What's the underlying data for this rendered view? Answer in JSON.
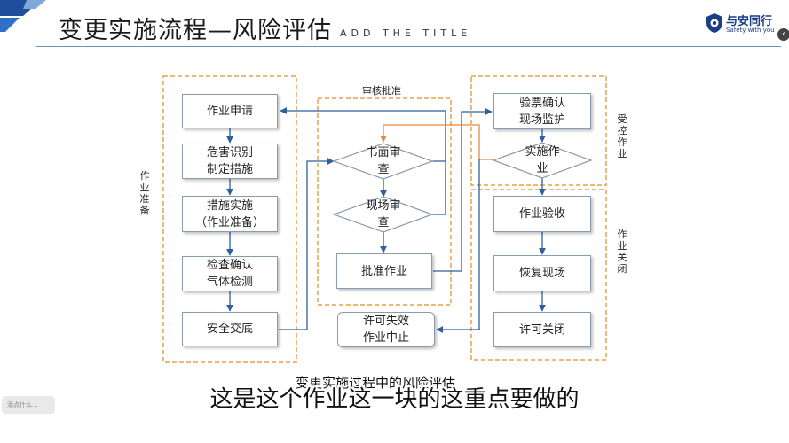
{
  "header": {
    "title": "变更实施流程—风险评估",
    "subtitle": "ADD THE TITLE",
    "logo_text": "与安同行",
    "logo_sub": "Safety with you",
    "close_glyph": "‹"
  },
  "diagram": {
    "groups": {
      "prepare": "作业准备",
      "approval": "审核批准",
      "controlled": "受控作业",
      "close": "作业关闭"
    },
    "prepare_steps": [
      "作业申请",
      "危害识别\n制定措施",
      "措施实施\n（作业准备）",
      "检查确认\n气体检测",
      "安全交底"
    ],
    "approval_steps": {
      "doc_review": "书面审\n查",
      "site_review": "现场审\n查",
      "approve": "批准作业"
    },
    "invalid": "许可失效\n作业中止",
    "controlled_steps": {
      "verify": "验票确认\n现场监护",
      "execute": "实施作\n业"
    },
    "close_steps": [
      "作业验收",
      "恢复现场",
      "许可关闭"
    ],
    "caption": "变更实施过程中的风险评估",
    "colors": {
      "group_border": "#e8a14a",
      "arrow_blue": "#2e5f9e",
      "arrow_orange": "#e8893a",
      "box_border": "#8a9bb0"
    }
  },
  "video_subtitle": "这是这个作业这一块的这重点要做的",
  "chip_label": "添点什么..."
}
